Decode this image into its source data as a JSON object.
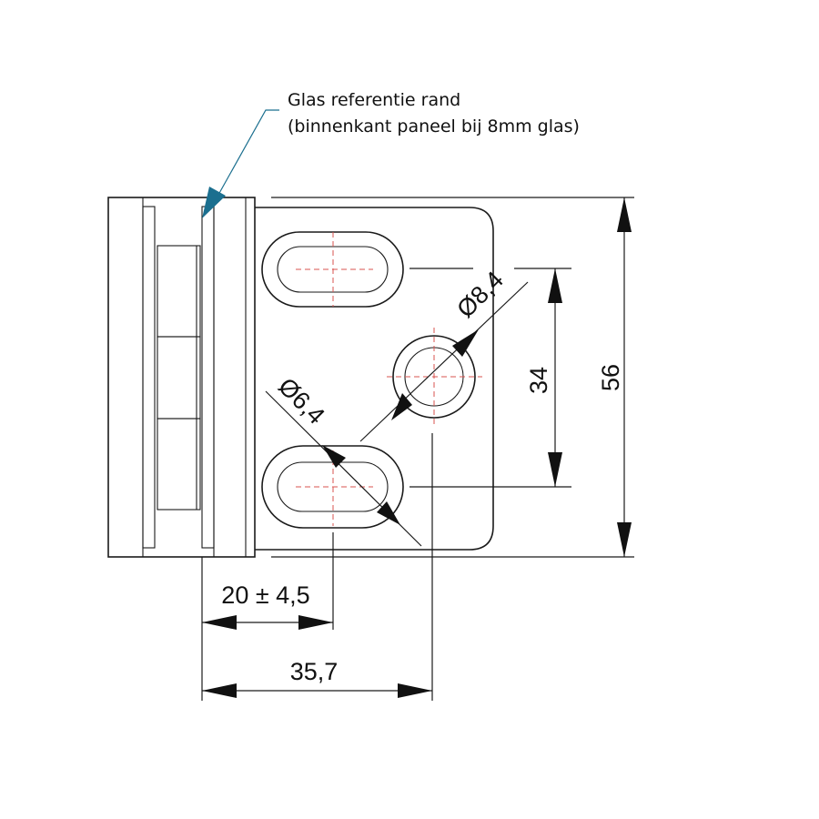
{
  "note": {
    "line1": "Glas referentie rand",
    "line2": "(binnenkant paneel bij 8mm glas)",
    "leader_color": "#1b6f8f"
  },
  "dimensions": {
    "overall_height": "56",
    "hole_spacing": "34",
    "glass_offset": "20 ± 4,5",
    "center_offset": "35,7",
    "large_hole_diameter": "Ø8,4",
    "slot_diameter": "Ø6,4"
  },
  "colors": {
    "outline": "#1a1a1a",
    "centerline": "#d9534f"
  }
}
